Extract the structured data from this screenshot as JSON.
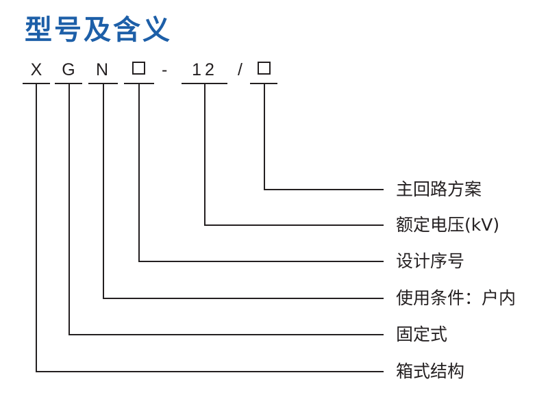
{
  "title": "型号及含义",
  "model_code": {
    "parts": [
      "X",
      "G",
      "N",
      "",
      "12",
      ""
    ],
    "separators": [
      "-",
      "/"
    ]
  },
  "meanings": [
    {
      "segment": "/□",
      "label": "主回路方案"
    },
    {
      "segment": "12",
      "label": "额定电压(kV)"
    },
    {
      "segment": "□",
      "label": "设计序号"
    },
    {
      "segment": "N",
      "label": "使用条件：户内"
    },
    {
      "segment": "G",
      "label": "固定式"
    },
    {
      "segment": "X",
      "label": "箱式结构"
    }
  ],
  "colors": {
    "title": "#1d5fa8",
    "lines": "#231f20",
    "text": "#231f20"
  }
}
